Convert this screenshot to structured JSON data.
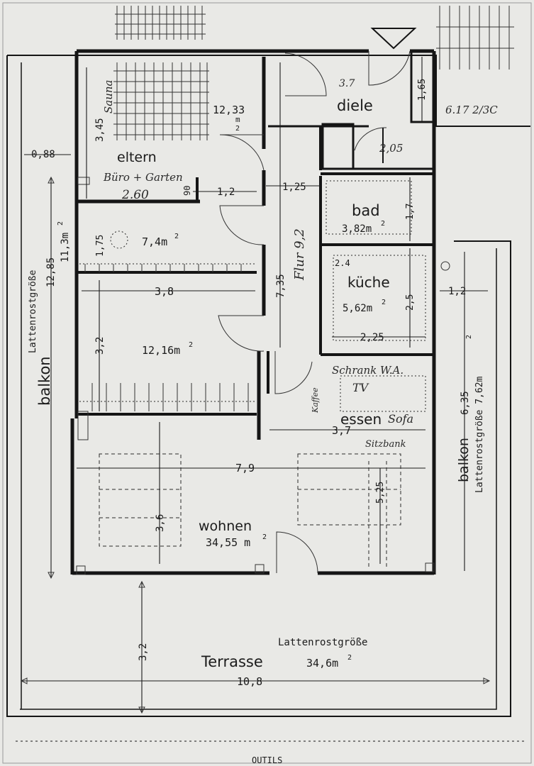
{
  "rooms": {
    "eltern": {
      "name": "eltern",
      "area": "12,33",
      "area_unit": "m",
      "area_exp": "2",
      "note_1": "Sauna",
      "note_2": "Büro + Garten",
      "note_3": "2.60"
    },
    "small_room": {
      "area": "7,4m",
      "area_exp": "2"
    },
    "middle_room": {
      "area": "12,16m",
      "area_exp": "2"
    },
    "diele": {
      "name": "diele",
      "note": "3.7"
    },
    "bad": {
      "name": "bad",
      "area": "3,82m",
      "area_exp": "2"
    },
    "kueche": {
      "name": "küche",
      "area": "5,62m",
      "area_exp": "2",
      "note": "2.4"
    },
    "flur": {
      "note": "Flur 9,2"
    },
    "essen": {
      "name": "essen",
      "note_1": "Schrank W.A.",
      "note_2": "TV",
      "note_3": "Sofa",
      "note_4": "Sitzbank",
      "note_5": "Kaffee"
    },
    "wohnen": {
      "name": "wohnen",
      "area": "34,55 m",
      "area_exp": "2"
    },
    "balkon_left": {
      "name": "balkon",
      "grate": "Lattenrostgröße",
      "length": "12,85",
      "area": "11,3m",
      "area_exp": "2"
    },
    "balkon_right": {
      "name": "balkon",
      "grate": "Lattenrostgröße 7,62m",
      "grate_exp": "2",
      "length": "6,35"
    },
    "terrasse": {
      "name": "Terrasse",
      "grate": "Lattenrostgröße",
      "area": "34,6m",
      "area_exp": "2",
      "width": "10,8",
      "depth": "3,2"
    }
  },
  "dimensions": {
    "d_088": "0,88",
    "d_345": "3,45",
    "d_12": "1,2",
    "d_090": "90",
    "d_125": "1,25",
    "d_175": "1,75",
    "d_38": "3,8",
    "d_735": "7,35",
    "d_32": "3,2",
    "d_165": "1,65",
    "d_205": "2,05",
    "d_17": "1,7",
    "d_25": "2,5",
    "d_225": "2,25",
    "d_12_right": "1,2",
    "d_37": "3,7",
    "d_79": "7,9",
    "d_525": "5,25",
    "d_36": "3,6"
  },
  "margin_note": "6.17 2/3C",
  "footer_text": "OUTILS"
}
